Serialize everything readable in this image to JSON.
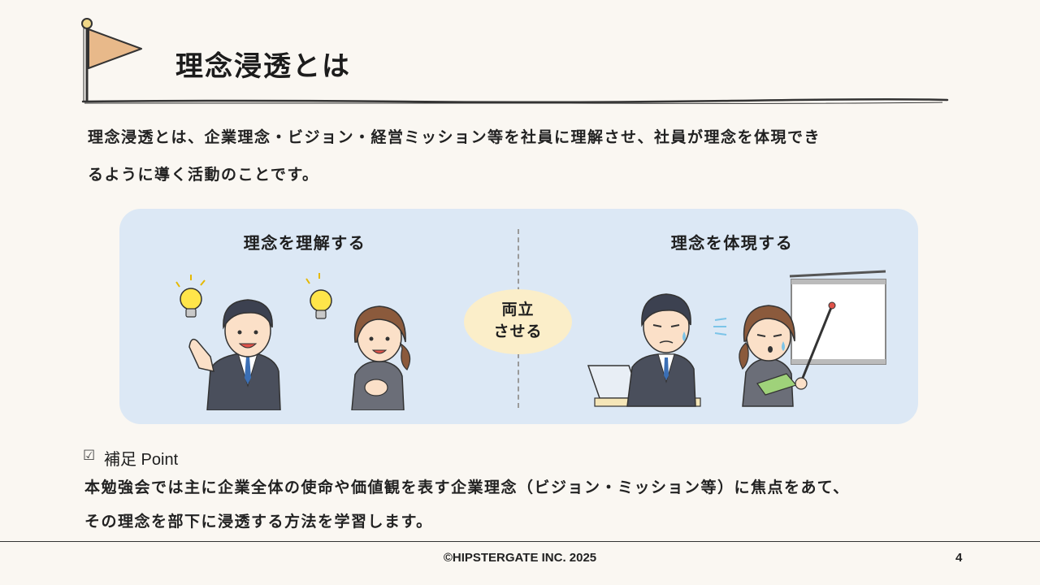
{
  "header": {
    "title": "理念浸透とは"
  },
  "intro": {
    "line1": "理念浸透とは、企業理念・ビジョン・経営ミッション等を社員に理解させ、社員が理念を体現でき",
    "line2": "るように導く活動のことです。"
  },
  "diagram": {
    "left_heading": "理念を理解する",
    "right_heading": "理念を体現する",
    "center_line1": "両立",
    "center_line2": "させる"
  },
  "point": {
    "check_icon": "☑",
    "label": "補足 Point",
    "line1": "本勉強会では主に企業全体の使命や価値観を表す企業理念（ビジョン・ミッション等）に焦点をあて、",
    "line2": "その理念を部下に浸透する方法を学習します。"
  },
  "footer": {
    "copyright": "©HIPSTERGATE INC. 2025",
    "page_number": "4"
  },
  "colors": {
    "background": "#faf7f2",
    "panel": "#dce8f5",
    "flag": "#e8b98a",
    "balance": "#fbeec9"
  }
}
